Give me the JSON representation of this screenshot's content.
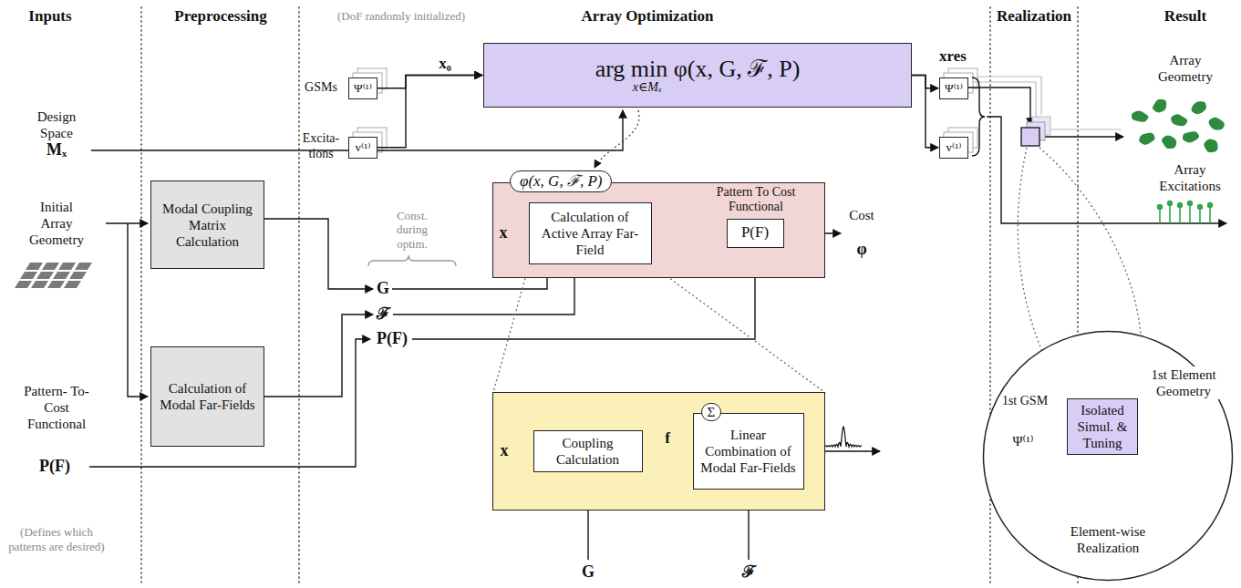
{
  "diagram": {
    "nodes": [
      {
        "text": [
          "Ψ⁽¹⁾"
        ]
      },
      {
        "text": [
          "v⁽¹⁾"
        ]
      },
      {
        "text": [
          "arg min φ(x, G, ℱ, P)",
          "x∈Mₓ"
        ]
      },
      {
        "text": [
          "Ψ⁽¹⁾"
        ]
      },
      {
        "text": [
          "v⁽¹⁾"
        ]
      },
      {
        "text": [
          "Modal Coupling Matrix Calculation"
        ]
      },
      {
        "text": [
          "φ(x, G, ℱ, P)"
        ]
      },
      {
        "text": [
          "Calculation of Active Array Far-Field"
        ],
        "in": 6
      },
      {
        "text": [
          "Pattern To Cost Functional",
          "P(F)"
        ],
        "in": 6
      },
      {
        "text": [
          "Calculation of Modal Far-Fields"
        ]
      },
      {
        "text": []
      },
      {
        "text": [
          "Coupling Calculation"
        ],
        "in": 10
      },
      {
        "text": [
          "Σ",
          "Linear Combination of Modal Far-Fields"
        ],
        "in": 10
      },
      {
        "text": [
          "Element-wise Realization"
        ]
      },
      {
        "text": [
          "Isolated Simul. & Tuning"
        ],
        "in": 13
      }
    ],
    "edges": [
      {
        "from": 0,
        "to": 2,
        "arrow": "to",
        "label": "x₀"
      },
      {
        "from": 1,
        "to": 2,
        "arrow": "to"
      },
      {
        "from": 2,
        "to": 3,
        "arrow": "to",
        "label": "xres"
      },
      {
        "from": 2,
        "to": 4,
        "arrow": "to"
      },
      {
        "from": 7,
        "to": 8,
        "arrow": "to"
      },
      {
        "from": 11,
        "to": 12,
        "arrow": "to",
        "label": "f"
      }
    ],
    "labels": [
      "Inputs",
      "Preprocessing",
      "Array Optimization",
      "Realization",
      "Result",
      "(DoF randomly initialized)",
      "Design Space",
      "Mₓ",
      "Initial Array Geometry",
      "Pattern- To-Cost Functional",
      "P(F)",
      "(Defines which patterns are desired)",
      "GSMs",
      "Excita- tions",
      "Const. during optim.",
      "G",
      "ℱ",
      "P(F)",
      "x",
      "Cost",
      "φ",
      "x",
      "G",
      "ℱ",
      "Array Geometry",
      "Array Excitations",
      "1st GSM",
      "Ψ⁽¹⁾",
      "1st Element Geometry"
    ]
  }
}
